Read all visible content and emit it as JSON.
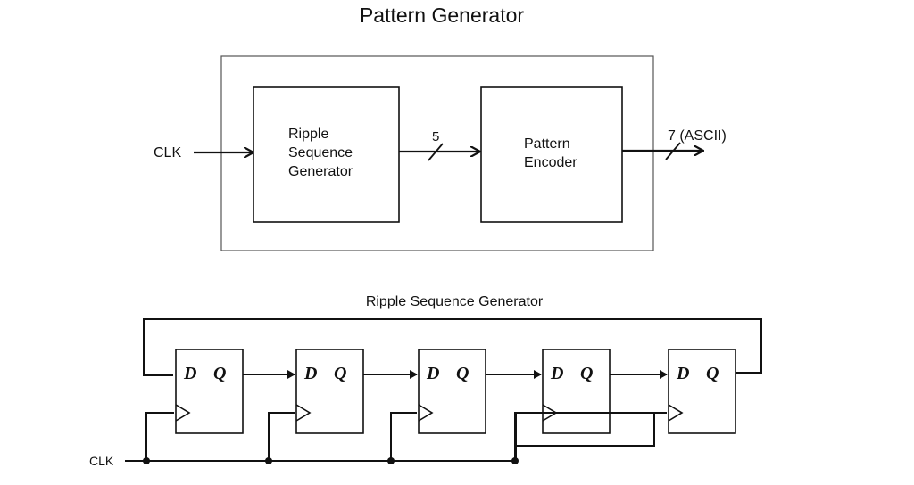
{
  "top_diagram": {
    "title": "Pattern Generator",
    "input_label": "CLK",
    "block_1": {
      "line1": "Ripple",
      "line2": "Sequence",
      "line3": "Generator"
    },
    "bus_1_width": "5",
    "block_2": {
      "line1": "Pattern",
      "line2": "Encoder"
    },
    "output_bus_label": "7 (ASCII)"
  },
  "bottom_diagram": {
    "title": "Ripple Sequence Generator",
    "clock_label": "CLK",
    "flip_flop_count": 5,
    "flip_flop_pins": {
      "d": "D",
      "q": "Q"
    }
  }
}
